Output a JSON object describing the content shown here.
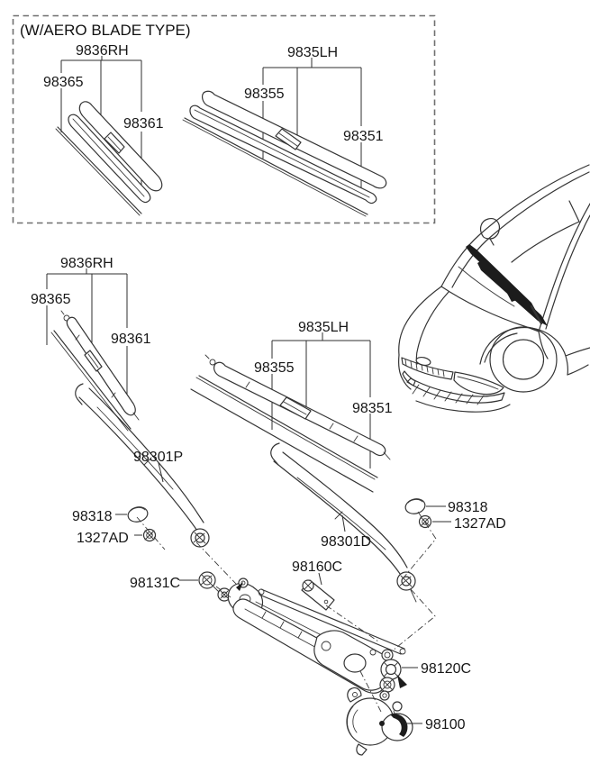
{
  "colors": {
    "ink": "#343434",
    "text": "#171717",
    "background": "#ffffff"
  },
  "aero_box": {
    "title": "(W/AERO BLADE TYPE)",
    "rh_assembly": "9836RH",
    "rh_blade": "98365",
    "rh_refill": "98361",
    "lh_assembly": "9835LH",
    "lh_blade": "98355",
    "lh_refill": "98351"
  },
  "standard_blades": {
    "rh_assembly": "9836RH",
    "rh_blade": "98365",
    "rh_refill": "98361",
    "lh_assembly": "9835LH",
    "lh_blade": "98355",
    "lh_refill": "98351"
  },
  "wiper_assembly": {
    "arm_left": "98301P",
    "cap_left": "98318",
    "nut_left": "1327AD",
    "arm_right": "98301D",
    "cap_right": "98318",
    "nut_right": "1327AD",
    "damper": "98160C",
    "grommet": "98131C",
    "linkage": "98120C",
    "motor": "98100"
  }
}
